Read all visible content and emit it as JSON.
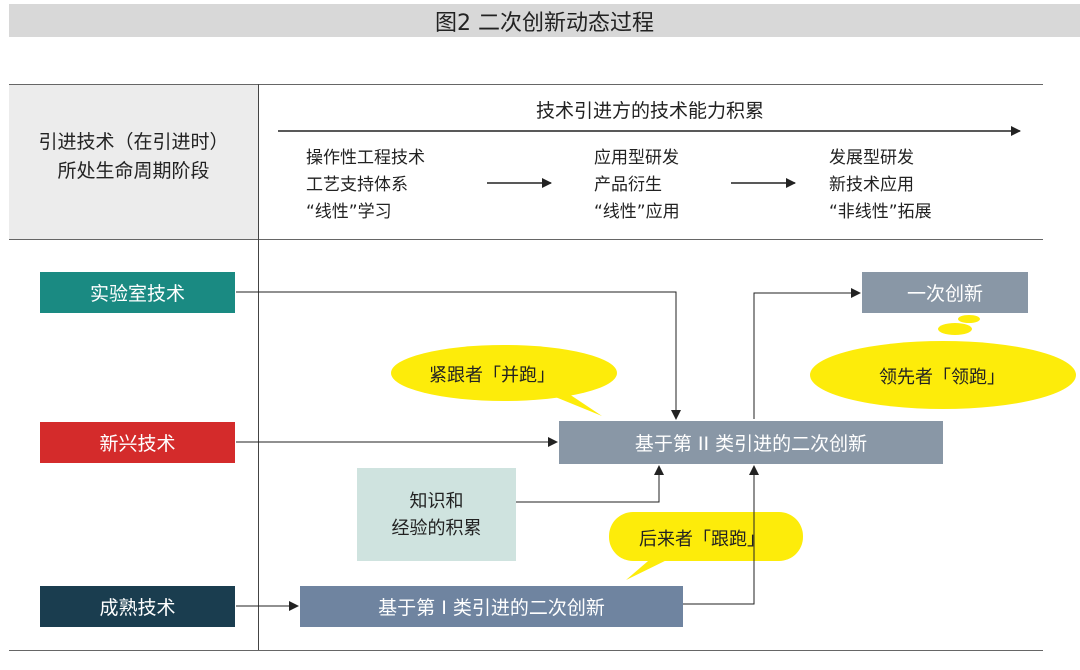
{
  "figure_title": "图2  二次创新动态过程",
  "left_header": [
    "引进技术（在引进时）",
    "所处生命周期阶段"
  ],
  "top_header": "技术引进方的技术能力积累",
  "stages": [
    {
      "lines": [
        "操作性工程技术",
        "工艺支持体系",
        "“线性”学习"
      ]
    },
    {
      "lines": [
        "应用型研发",
        "产品衍生",
        "“线性”应用"
      ]
    },
    {
      "lines": [
        "发展型研发",
        "新技术应用",
        "“非线性”拓展"
      ]
    }
  ],
  "tech": {
    "lab": "实验室技术",
    "emerging": "新兴技术",
    "mature": "成熟技术"
  },
  "boxes": {
    "primary": "一次创新",
    "type2": "基于第 II 类引进的二次创新",
    "type1": "基于第 I 类引进的二次创新",
    "knowledge": [
      "知识和",
      "经验的积累"
    ]
  },
  "bubbles": {
    "follower": "紧跟者「并跑」",
    "leader": "领先者「领跑」",
    "latecomer": "后来者「跟跑」"
  },
  "colors": {
    "lab": "#1a8a82",
    "emerging": "#d42b2b",
    "mature": "#1a3d4f",
    "grey_box": "#8997a6",
    "type1_box": "#6f84a0",
    "knowledge_box": "#cfe3df",
    "bubble": "#fdec0a"
  }
}
